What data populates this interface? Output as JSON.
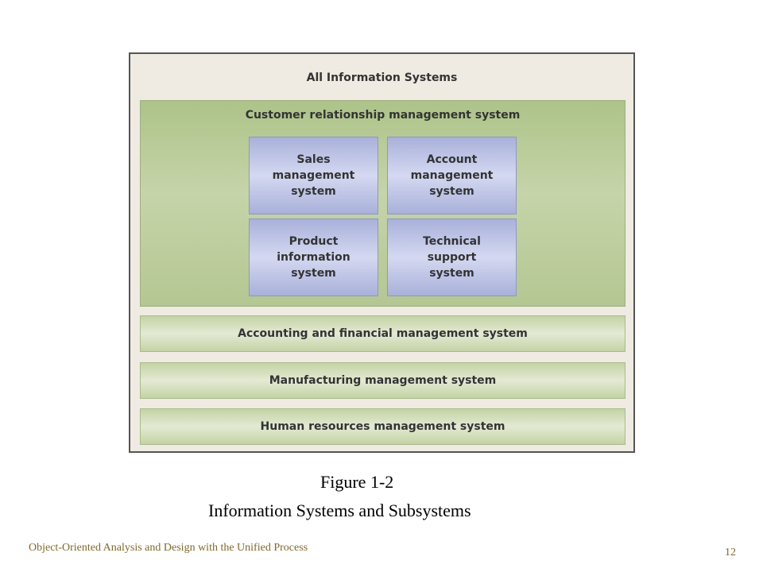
{
  "diagram": {
    "title": "All Information Systems",
    "crm": {
      "title": "Customer relationship management system",
      "subsystems": [
        "Sales\nmanagement\nsystem",
        "Account\nmanagement\nsystem",
        "Product\ninformation\nsystem",
        "Technical\nsupport\nsystem"
      ]
    },
    "bands": [
      "Accounting and financial management system",
      "Manufacturing management system",
      "Human resources management system"
    ],
    "colors": {
      "frame_background": "#efebe3",
      "band_green": "#c4d3a5",
      "subsystem_blue": "#a9b1da",
      "footer_text": "#80682a"
    }
  },
  "caption": {
    "figure": "Figure 1-2",
    "title": "Information Systems and Subsystems"
  },
  "footer": {
    "book_title": "Object-Oriented Analysis and Design with the Unified Process",
    "page_number": "12"
  }
}
